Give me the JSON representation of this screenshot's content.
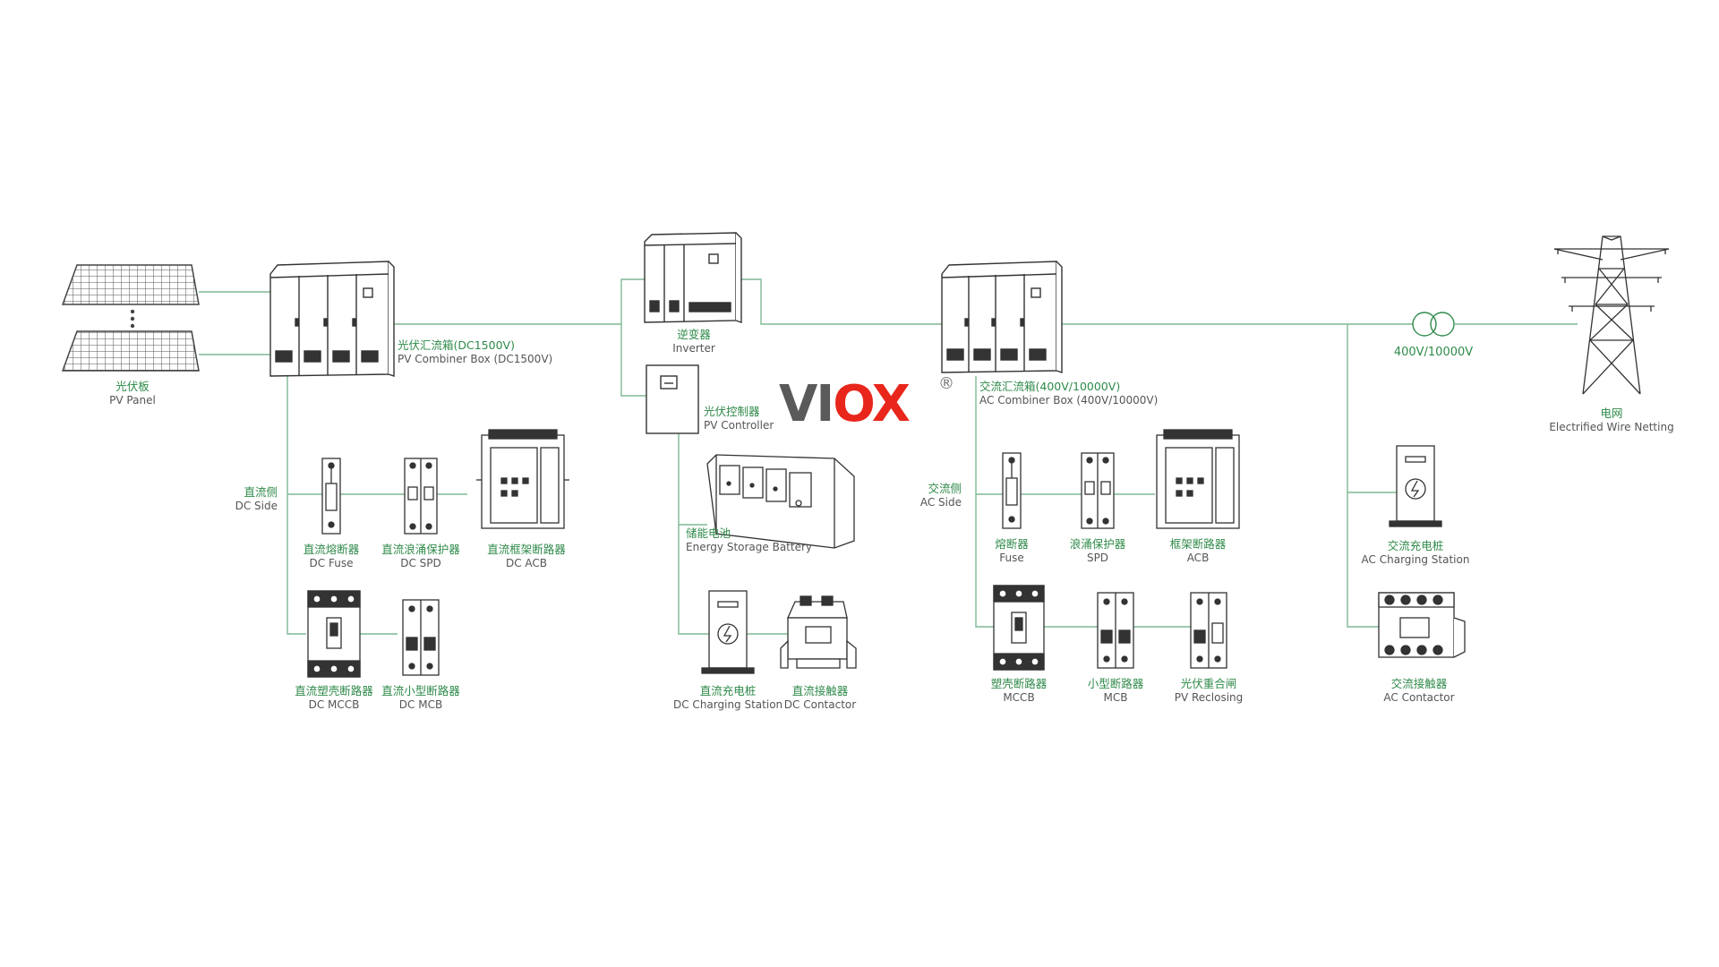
{
  "colors": {
    "line": "#7fb894",
    "accent": "#2f8a4a",
    "logo_red": "#e8261c",
    "logo_grey": "#5a5a5a",
    "outline": "#333333"
  },
  "brand": {
    "text_grey": "VI",
    "text_red": "OX",
    "reg_mark": "®"
  },
  "labels": {
    "pv_panel": {
      "zh": "光伏板",
      "en": "PV Panel"
    },
    "pv_combiner": {
      "zh": "光伏汇流箱(DC1500V)",
      "en": "PV Combiner Box (DC1500V)"
    },
    "inverter": {
      "zh": "逆变器",
      "en": "Inverter"
    },
    "pv_controller": {
      "zh": "光伏控制器",
      "en": "PV Controller"
    },
    "ac_combiner": {
      "zh": "交流汇流箱(400V/10000V)",
      "en": "AC Combiner Box (400V/10000V)"
    },
    "grid": {
      "zh": "电网",
      "en": "Electrified Wire Netting"
    },
    "transformer": {
      "zh": "400V/10000V"
    },
    "dc_side": {
      "zh": "直流侧",
      "en": "DC Side"
    },
    "dc_fuse": {
      "zh": "直流熔断器",
      "en": "DC Fuse"
    },
    "dc_spd": {
      "zh": "直流浪涌保护器",
      "en": "DC SPD"
    },
    "dc_acb": {
      "zh": "直流框架断路器",
      "en": "DC ACB"
    },
    "dc_mccb": {
      "zh": "直流塑壳断路器",
      "en": "DC MCCB"
    },
    "dc_mcb": {
      "zh": "直流小型断路器",
      "en": "DC MCB"
    },
    "storage": {
      "zh": "储能电池",
      "en": "Energy Storage Battery"
    },
    "dc_charging": {
      "zh": "直流充电桩",
      "en": "DC Charging Station"
    },
    "dc_contactor": {
      "zh": "直流接触器",
      "en": "DC Contactor"
    },
    "ac_side": {
      "zh": "交流侧",
      "en": "AC Side"
    },
    "fuse": {
      "zh": "熔断器",
      "en": "Fuse"
    },
    "spd": {
      "zh": "浪涌保护器",
      "en": "SPD"
    },
    "acb": {
      "zh": "框架断路器",
      "en": "ACB"
    },
    "mccb": {
      "zh": "塑壳断路器",
      "en": "MCCB"
    },
    "mcb": {
      "zh": "小型断路器",
      "en": "MCB"
    },
    "pv_reclosing": {
      "zh": "光伏重合闸",
      "en": "PV Reclosing"
    },
    "ac_charging": {
      "zh": "交流充电桩",
      "en": "AC Charging Station"
    },
    "ac_contactor": {
      "zh": "交流接触器",
      "en": "AC Contactor"
    }
  },
  "icons": {
    "solar": "solar-panel-icon",
    "cabinet": "cabinet-icon",
    "inverter": "inverter-icon",
    "controller": "controller-icon",
    "tower": "transmission-tower-icon",
    "transformer": "transformer-icon",
    "fuse": "fuse-icon",
    "spd": "spd-icon",
    "acb": "acb-icon",
    "mccb": "mccb-icon",
    "mcb": "mcb-icon",
    "battery": "battery-icon",
    "charger": "charging-station-icon",
    "contactor": "contactor-icon",
    "reclosing": "reclosing-icon",
    "ellipsis": "ellipsis-icon"
  }
}
